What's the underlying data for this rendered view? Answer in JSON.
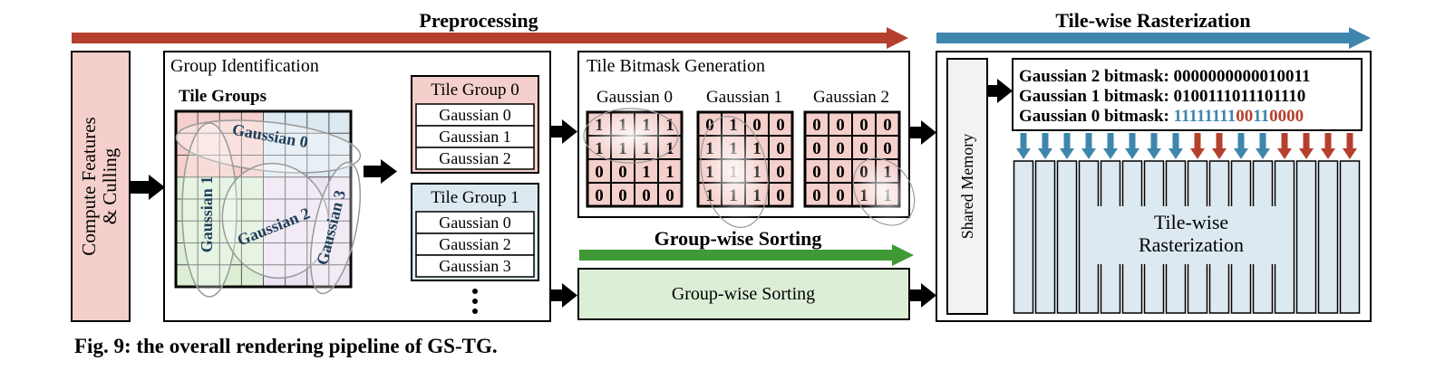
{
  "stages": {
    "preprocessing": "Preprocessing",
    "rasterization": "Tile-wise Rasterization",
    "group_sorting": "Group-wise Sorting"
  },
  "compute": {
    "line1": "Compute Features",
    "line2": "& Culling"
  },
  "group_identification": {
    "title": "Group Identification",
    "grid_label": "Tile Groups",
    "gaussian_labels": [
      "Gaussian 0",
      "Gaussian 1",
      "Gaussian 2",
      "Gaussian 3"
    ]
  },
  "tile_groups": [
    {
      "title": "Tile Group 0",
      "items": [
        "Gaussian 0",
        "Gaussian 1",
        "Gaussian 2"
      ]
    },
    {
      "title": "Tile Group 1",
      "items": [
        "Gaussian 0",
        "Gaussian 2",
        "Gaussian 3"
      ]
    }
  ],
  "bitmask_generation": {
    "title": "Tile Bitmask Generation",
    "grids": [
      {
        "label": "Gaussian 0",
        "rows": [
          [
            "1",
            "1",
            "1",
            "1"
          ],
          [
            "1",
            "1",
            "1",
            "1"
          ],
          [
            "0",
            "0",
            "1",
            "1"
          ],
          [
            "0",
            "0",
            "0",
            "0"
          ]
        ]
      },
      {
        "label": "Gaussian 1",
        "rows": [
          [
            "0",
            "1",
            "0",
            "0"
          ],
          [
            "1",
            "1",
            "1",
            "0"
          ],
          [
            "1",
            "1",
            "1",
            "0"
          ],
          [
            "1",
            "1",
            "1",
            "0"
          ]
        ]
      },
      {
        "label": "Gaussian 2",
        "rows": [
          [
            "0",
            "0",
            "0",
            "0"
          ],
          [
            "0",
            "0",
            "0",
            "0"
          ],
          [
            "0",
            "0",
            "0",
            "1"
          ],
          [
            "0",
            "0",
            "1",
            "1"
          ]
        ]
      }
    ]
  },
  "sorting_box": "Group-wise Sorting",
  "shared_memory": "Shared Memory",
  "bitmasks": [
    {
      "prefix": "Gaussian 2 bitmask: ",
      "value": "0000000000010011"
    },
    {
      "prefix": "Gaussian 1 bitmask: ",
      "value": "0100111011101110"
    },
    {
      "prefix": "Gaussian 0 bitmask: ",
      "value": "1111111100110000"
    }
  ],
  "raster_label": {
    "line1": "Tile-wise",
    "line2": "Rasterization"
  },
  "caption": "Fig. 9: the overall rendering pipeline of GS-TG.",
  "colors": {
    "preprocess_arrow": "#b5402e",
    "raster_arrow": "#3f86ad",
    "sorting_arrow": "#3f9a36",
    "compute_fill": "#f4cfcb",
    "group0_fill": "#f4cfcb",
    "group1_fill": "#dce9f1",
    "sorting_fill": "#dcefd6",
    "lane_fill": "#dce9f1",
    "bit_blue": "#3f86ad",
    "bit_red": "#b5402e",
    "label_blue": "#1f3f5a"
  }
}
